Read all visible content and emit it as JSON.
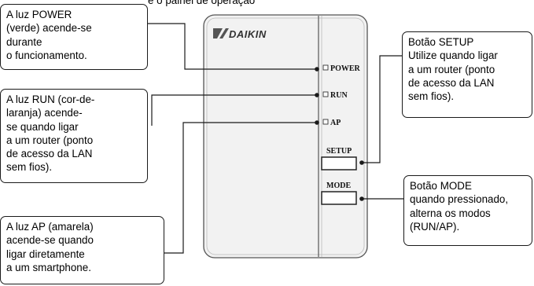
{
  "top_fragment": "e o painel de operação",
  "device": {
    "brand": "DAIKIN",
    "indicators": {
      "power": "POWER",
      "run": "RUN",
      "ap": "AP"
    },
    "buttons": {
      "setup": "SETUP",
      "mode": "MODE"
    }
  },
  "callouts": {
    "power_light": [
      "A luz POWER",
      "(verde) acende-se",
      "durante",
      "o funcionamento."
    ],
    "run_light": [
      "A luz RUN (cor-de-",
      "laranja) acende-",
      "se quando ligar",
      "a um router (ponto",
      "de acesso da LAN",
      "sem fios)."
    ],
    "ap_light": [
      "A luz AP (amarela)",
      "acende-se quando",
      "ligar diretamente",
      "a um smartphone."
    ],
    "setup_button": [
      "Botão SETUP",
      "Utilize quando ligar",
      "a um router (ponto",
      "de acesso da LAN",
      "sem fios)."
    ],
    "mode_button": [
      "Botão MODE",
      "quando pressionado,",
      "alterna os modos",
      "(RUN/AP)."
    ]
  },
  "colors": {
    "line": "#1a1a1a",
    "panel_fill": "#f2f2f2"
  }
}
